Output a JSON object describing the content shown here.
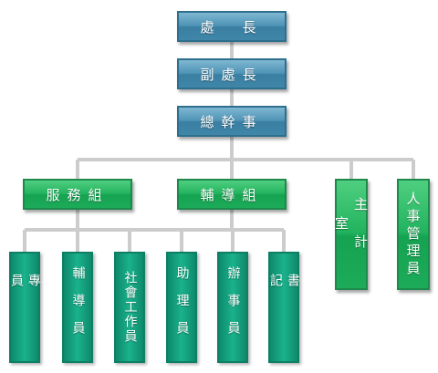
{
  "colors": {
    "connector": "#cccccc",
    "leadership_fill": "#4e93b5",
    "group_fill": "#22b35f",
    "staff_fill": "#14a07e"
  },
  "leadership": {
    "director": "處　長",
    "deputy": "副處長",
    "secretary_general": "總幹事"
  },
  "groups": {
    "service": "服務組",
    "guidance": "輔導組"
  },
  "offices": {
    "accounting": "主計室",
    "personnel": "人事管理員"
  },
  "staff": [
    {
      "label": "專員"
    },
    {
      "label": "輔導員"
    },
    {
      "label": "社會工作員"
    },
    {
      "label": "助理員"
    },
    {
      "label": "辦事員"
    },
    {
      "label": "書記"
    }
  ]
}
